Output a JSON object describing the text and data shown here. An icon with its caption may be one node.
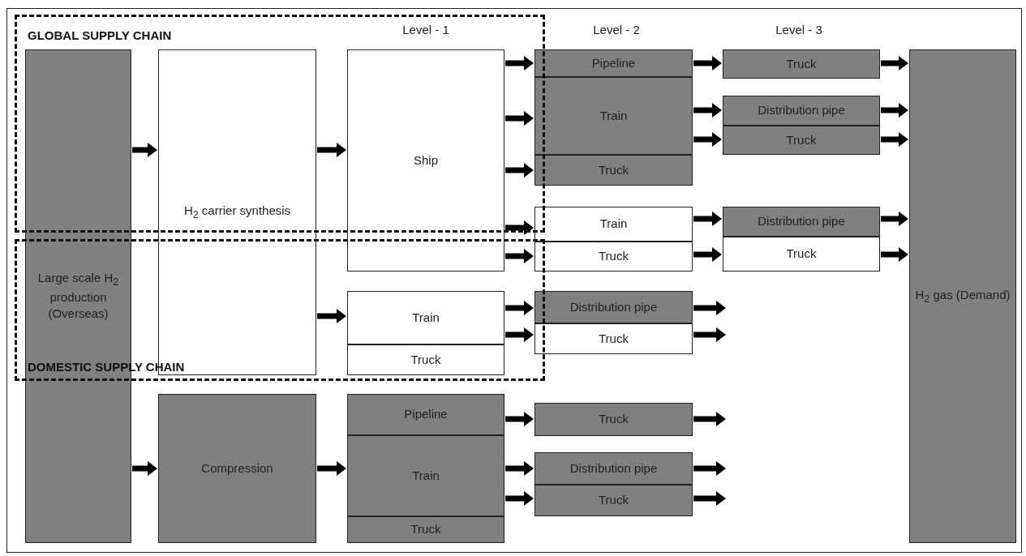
{
  "diagram": {
    "nodes": [
      {
        "text": [
          "Large scale H$_{2}$ production (Overseas)"
        ]
      },
      {
        "text": [
          "H$_{2}$ carrier synthesis"
        ]
      },
      {
        "text": [
          "Compression"
        ]
      },
      {
        "text": [
          "Ship"
        ]
      },
      {
        "text": [
          "Train"
        ]
      },
      {
        "text": [
          "Truck"
        ]
      },
      {
        "text": [
          "Pipeline"
        ]
      },
      {
        "text": [
          "Train"
        ]
      },
      {
        "text": [
          "Truck"
        ]
      },
      {
        "text": [
          "Pipeline"
        ]
      },
      {
        "text": [
          "Train"
        ]
      },
      {
        "text": [
          "Truck"
        ]
      },
      {
        "text": [
          "Train"
        ]
      },
      {
        "text": [
          "Truck"
        ]
      },
      {
        "text": [
          "Distribution pipe"
        ]
      },
      {
        "text": [
          "Truck"
        ]
      },
      {
        "text": [
          "Truck"
        ]
      },
      {
        "text": [
          "Distribution pipe"
        ]
      },
      {
        "text": [
          "Truck"
        ]
      },
      {
        "text": [
          "Truck"
        ]
      },
      {
        "text": [
          "Distribution pipe"
        ]
      },
      {
        "text": [
          "Truck"
        ]
      },
      {
        "text": [
          "Distribution pipe"
        ]
      },
      {
        "text": [
          "Truck"
        ]
      },
      {
        "text": [
          "H$_{2}$ gas (Demand)"
        ]
      }
    ],
    "edges": [
      {
        "from": 0,
        "to": 1,
        "arrow": "to"
      },
      {
        "from": 1,
        "to": 3,
        "arrow": "to"
      },
      {
        "from": 3,
        "to": 9,
        "arrow": "to"
      },
      {
        "from": 3,
        "to": 10,
        "arrow": "to"
      },
      {
        "from": 3,
        "to": 11,
        "arrow": "to"
      },
      {
        "from": 3,
        "to": 12,
        "arrow": "to"
      },
      {
        "from": 3,
        "to": 13,
        "arrow": "to"
      },
      {
        "from": 1,
        "to": 4,
        "arrow": "to"
      },
      {
        "from": 4,
        "to": 14,
        "arrow": "to"
      },
      {
        "from": 4,
        "to": 15,
        "arrow": "to"
      },
      {
        "from": 9,
        "to": 19,
        "arrow": "to"
      },
      {
        "from": 10,
        "to": 20,
        "arrow": "to"
      },
      {
        "from": 10,
        "to": 21,
        "arrow": "to"
      },
      {
        "from": 12,
        "to": 22,
        "arrow": "to"
      },
      {
        "from": 13,
        "to": 23,
        "arrow": "to"
      },
      {
        "from": 19,
        "to": 24,
        "arrow": "to"
      },
      {
        "from": 20,
        "to": 24,
        "arrow": "to"
      },
      {
        "from": 21,
        "to": 24,
        "arrow": "to"
      },
      {
        "from": 22,
        "to": 24,
        "arrow": "to"
      },
      {
        "from": 23,
        "to": 24,
        "arrow": "to"
      },
      {
        "from": 14,
        "to": null,
        "arrow": "to"
      },
      {
        "from": 15,
        "to": null,
        "arrow": "to"
      },
      {
        "from": 0,
        "to": 2,
        "arrow": "to"
      },
      {
        "from": 2,
        "to": 7,
        "arrow": "to"
      },
      {
        "from": 6,
        "to": 16,
        "arrow": "to"
      },
      {
        "from": 7,
        "to": 17,
        "arrow": "to"
      },
      {
        "from": 7,
        "to": 18,
        "arrow": "to"
      },
      {
        "from": 16,
        "to": null,
        "arrow": "to"
      },
      {
        "from": 17,
        "to": null,
        "arrow": "to"
      },
      {
        "from": 18,
        "to": null,
        "arrow": "to"
      }
    ],
    "labels": [
      "GLOBAL SUPPLY CHAIN",
      "Level - 1",
      "Level - 2",
      "Level - 3",
      "DOMESTIC SUPPLY CHAIN"
    ]
  }
}
